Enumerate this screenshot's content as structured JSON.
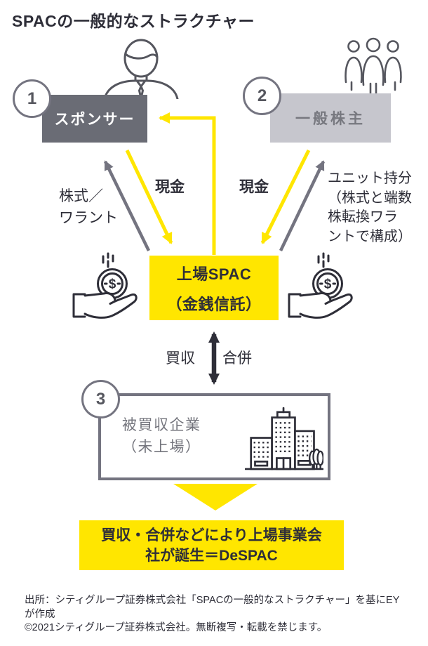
{
  "title": "SPACの一般的なストラクチャー",
  "colors": {
    "accent_yellow": "#ffe600",
    "dark_text": "#2e2e38",
    "gray": "#747480",
    "sponsor_box_bg": "#6a6c75",
    "shareholder_box_bg": "#c6c6cd"
  },
  "nodes": {
    "sponsor": {
      "number": "1",
      "label": "スポンサー"
    },
    "shareholders": {
      "number": "2",
      "label": "一般株主"
    },
    "spac": {
      "lines": [
        "上場SPAC",
        "（金銭信託）"
      ]
    },
    "target": {
      "number": "3",
      "lines": [
        "被買収企業",
        "（未上場）"
      ]
    },
    "result": {
      "lines": [
        "買収・合併などにより上場事業会",
        "社が誕生＝DeSPAC"
      ]
    }
  },
  "flows": {
    "cash_left": "現金",
    "cash_right": "現金",
    "shares_warrants_lines": [
      "株式／",
      "ワラント"
    ],
    "unit_interest_lines": [
      "ユニット持分",
      "（株式と端数",
      "株転換ワラ",
      "ントで構成）"
    ],
    "acquisition": "買収",
    "merger": "合併"
  },
  "icons": {
    "coin_symbol": "$",
    "names": [
      "sponsor-person-icon",
      "shareholders-group-icon",
      "cash-in-hand-left-icon",
      "cash-in-hand-right-icon",
      "company-building-icon"
    ]
  },
  "footer": {
    "lines": [
      "出所：シティグループ証券株式会社「SPACの一般的なストラクチャー」を基にEY",
      "が作成",
      "©2021シティグループ証券株式会社。無断複写・転載を禁じます。"
    ]
  }
}
